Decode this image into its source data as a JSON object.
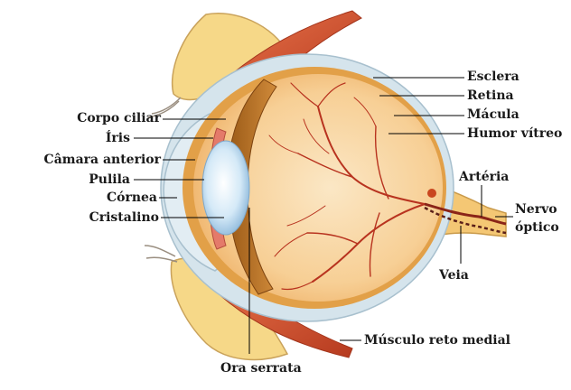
{
  "labels": {
    "esclera": "Esclera",
    "retina": "Retina",
    "macula": "Mácula",
    "humor_vitreo": "Humor vítreo",
    "corpo_ciliar": "Corpo ciliar",
    "iris": "Íris",
    "camara_anterior": "Câmara anterior",
    "pupila": "Pulila",
    "cornea": "Córnea",
    "cristalino": "Cristalino",
    "arteria": "Artéria",
    "nervo_optico_1": "Nervo",
    "nervo_optico_2": "óptico",
    "veia": "Veia",
    "musculo_reto_medial": "Músculo reto medial",
    "ora_serrata": "Ora serrata"
  },
  "colors": {
    "sclera": "#d5e4ec",
    "eyeball": "#f6c07a",
    "vitreous": "#f7d6a6",
    "choroid": "#b66a1f",
    "retina_rim": "#e2a048",
    "vessel": "#b8331f",
    "vein": "#6e2a22",
    "lens": "#cfe6f5",
    "muscle": "#cc4b28",
    "fat": "#f6d888",
    "leader": "#000000"
  }
}
